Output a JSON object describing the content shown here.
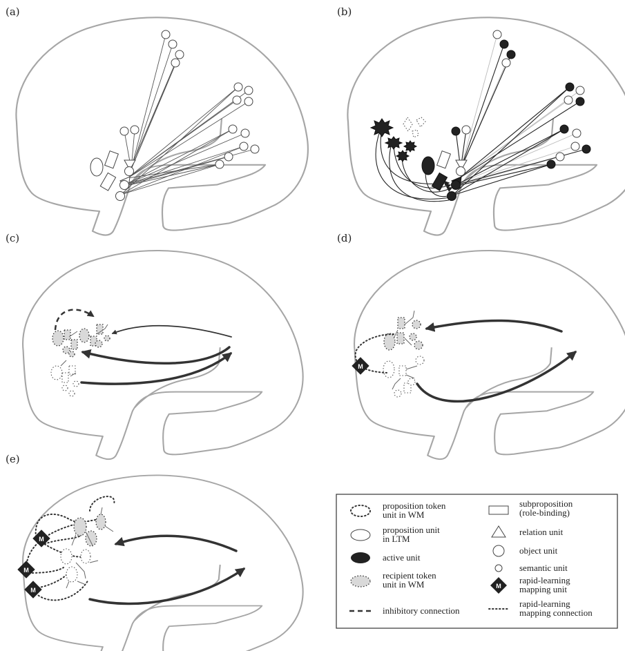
{
  "panels": [
    {
      "label": "(a)"
    },
    {
      "label": "(b)"
    },
    {
      "label": "(c)"
    },
    {
      "label": "(d)"
    },
    {
      "label": "(e)"
    }
  ],
  "legend": {
    "items": [
      {
        "icon": "dotted-ellipse-icon",
        "line1": "proposition token",
        "line2": "unit in WM"
      },
      {
        "icon": "ellipse-icon",
        "line1": "proposition unit",
        "line2": "in LTM"
      },
      {
        "icon": "filled-ellipse-icon",
        "line1": "active unit",
        "line2": ""
      },
      {
        "icon": "gray-dotted-ellipse-icon",
        "line1": "recipient token",
        "line2": "unit in WM"
      },
      {
        "icon": "dashed-line-icon",
        "line1": "inhibitory connection",
        "line2": ""
      },
      {
        "icon": "rectangle-icon",
        "line1": "subproposition",
        "line2": "(role-binding)"
      },
      {
        "icon": "triangle-icon",
        "line1": "relation unit",
        "line2": ""
      },
      {
        "icon": "circle-icon",
        "line1": "object unit",
        "line2": ""
      },
      {
        "icon": "small-circle-icon",
        "line1": "semantic unit",
        "line2": ""
      },
      {
        "icon": "diamond-m-icon",
        "line1": "rapid-learning",
        "line2": "mapping unit",
        "mark": "M"
      },
      {
        "icon": "dotted-line-icon",
        "line1": "rapid-learning",
        "line2": "mapping connection"
      }
    ]
  },
  "colors": {
    "brain_outline": "#a6a6a6",
    "active": "#222222",
    "recipient": "#d9d9d9"
  }
}
